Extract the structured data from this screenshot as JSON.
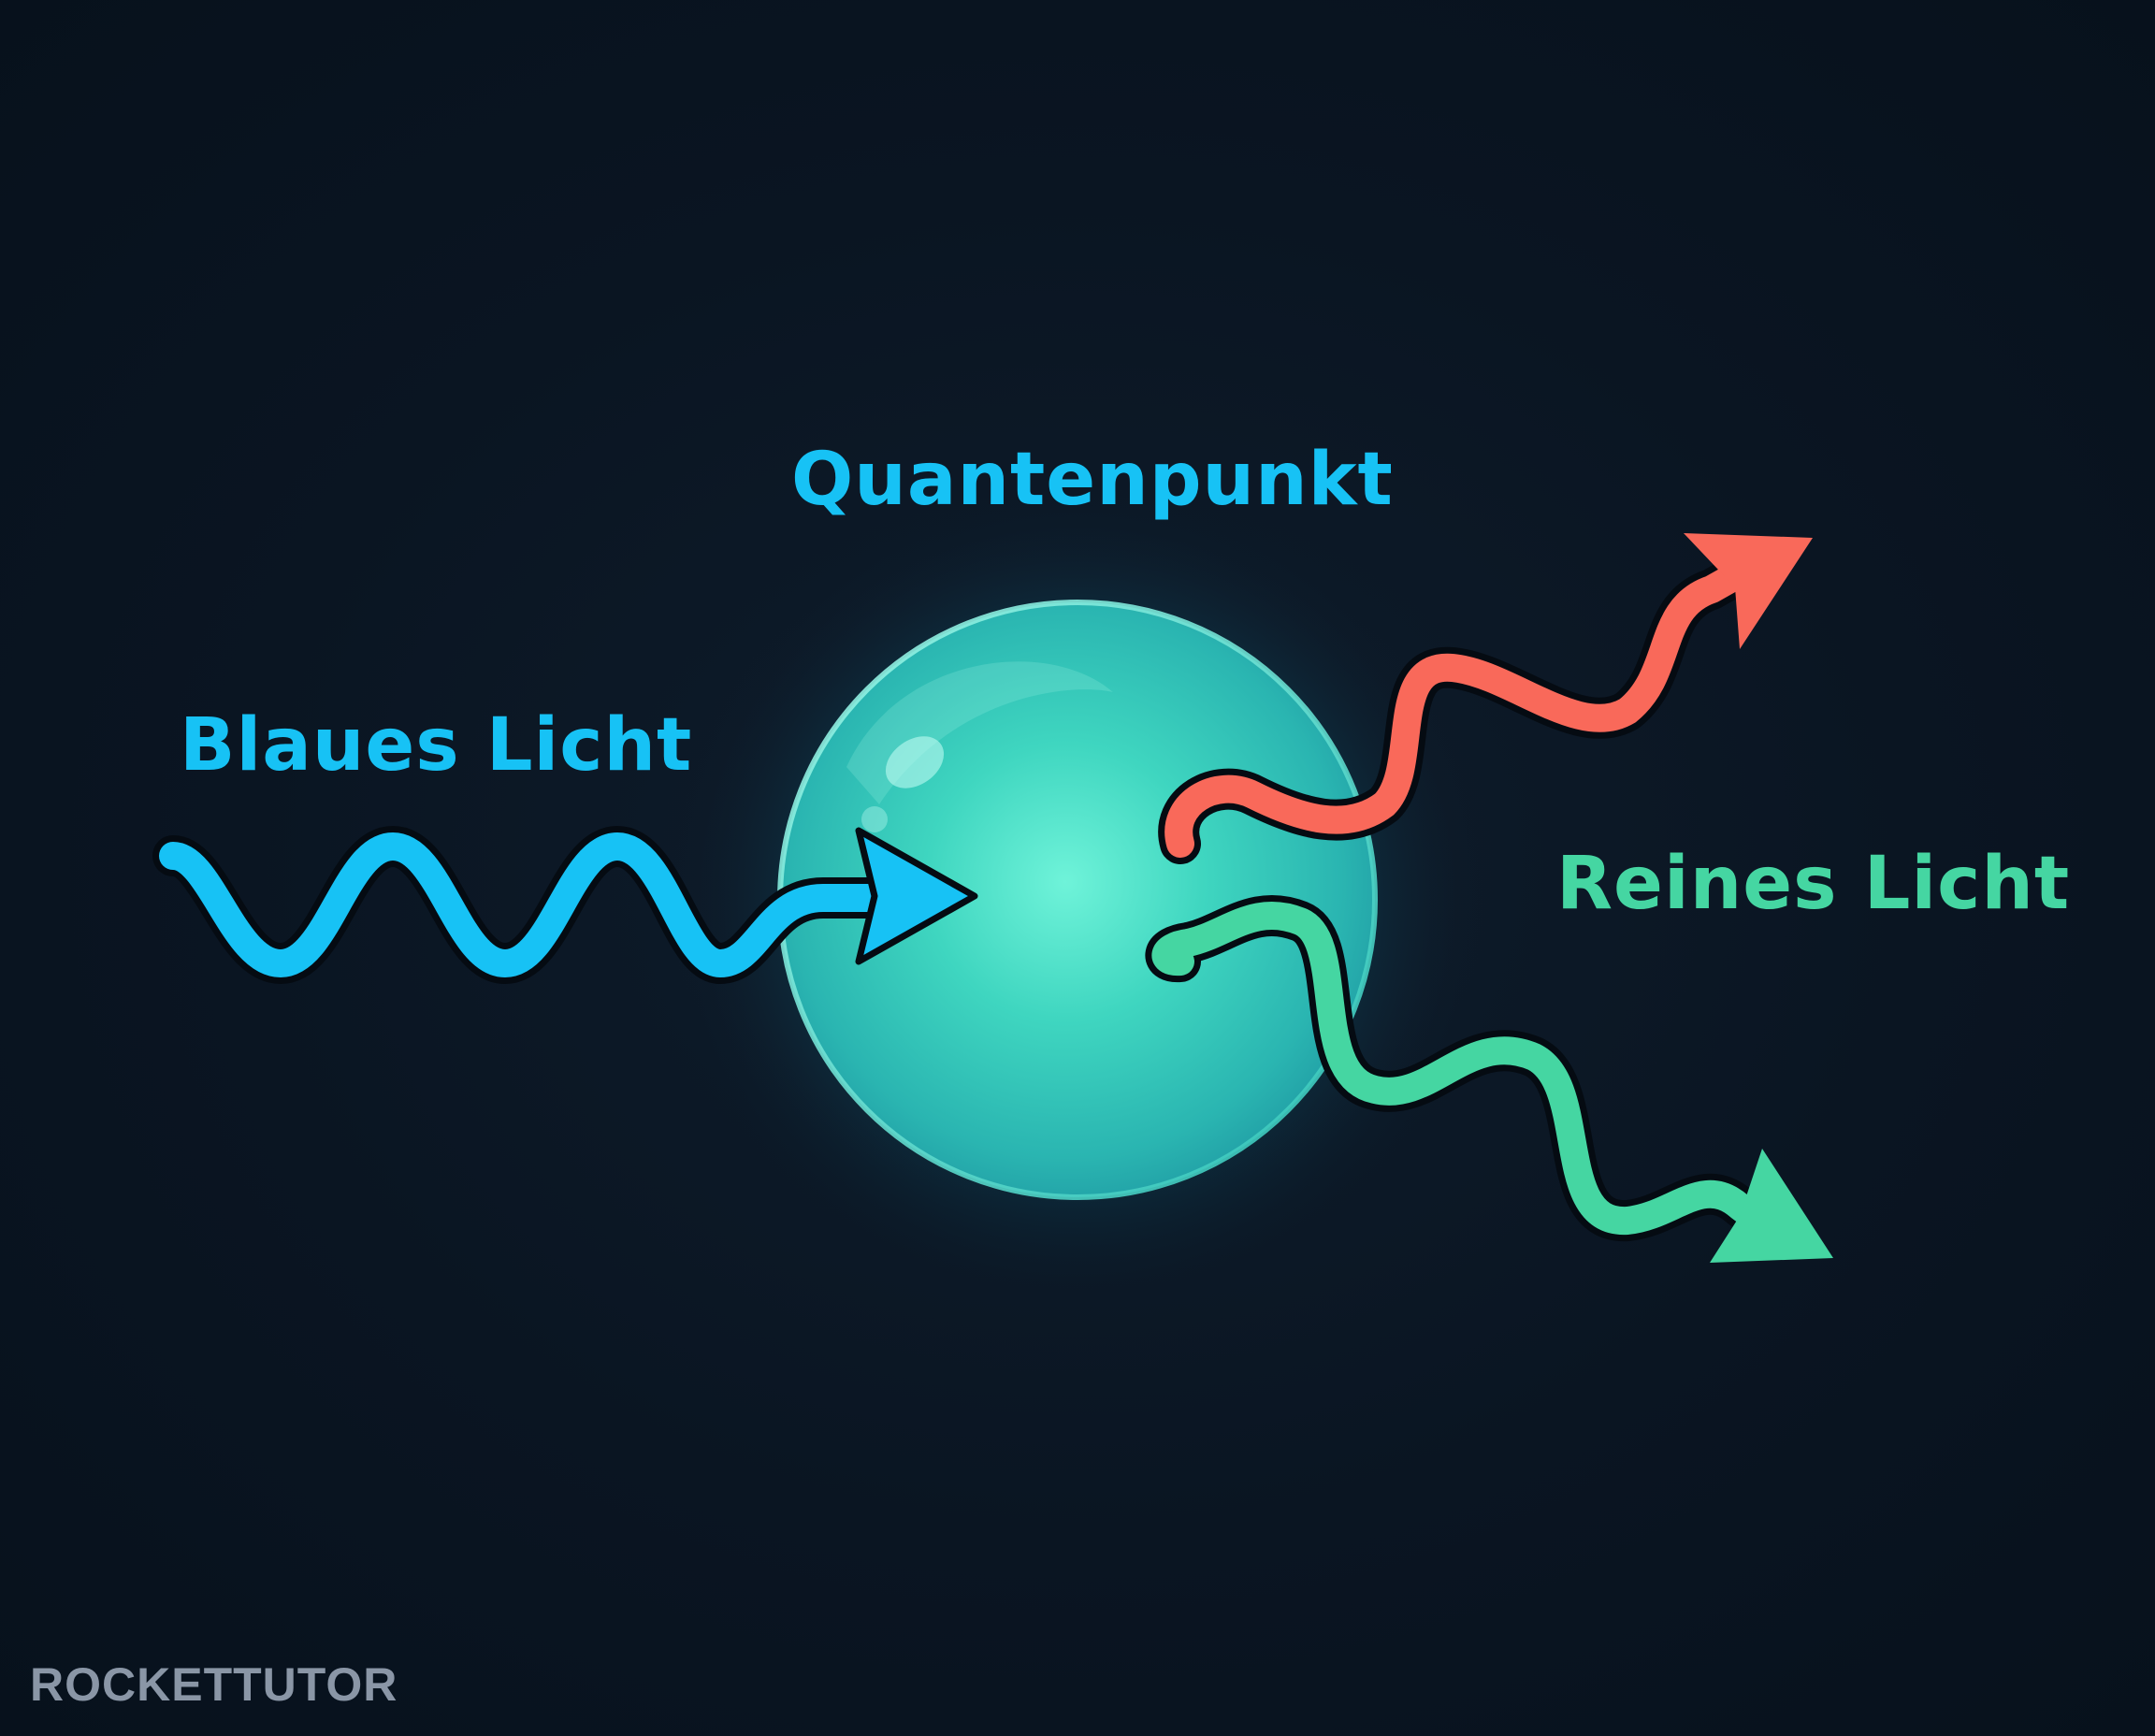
{
  "labels": {
    "quantum_dot": "Quantenpunkt",
    "blue_light": "Blaues Licht",
    "pure_light": "Reines Licht"
  },
  "logo": {
    "text": "ROCKETTUTOR"
  },
  "colors": {
    "background": "#0a1522",
    "blue_light": "#17c2f5",
    "quantum_dot": "#3ee0c0",
    "red_light": "#f9695a",
    "green_light": "#45d6a2",
    "outline": "#050b12",
    "logo": "#8a96a6"
  }
}
